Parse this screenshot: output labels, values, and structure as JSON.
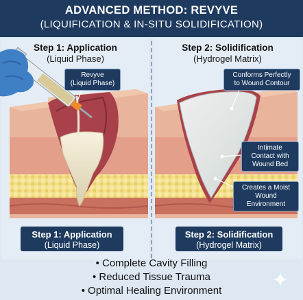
{
  "title": {
    "line1": "ADVANCED METHOD: REVYVE",
    "line2": "(LIQUIFICATION & IN-SITU SOLIDIFICATION)"
  },
  "left_panel": {
    "heading": "Step 1: Application",
    "subheading": "(Liquid Phase)",
    "callout_line1": "Revyve",
    "callout_line2": "(Liquid Phase)",
    "label_line1": "Step 1: Application",
    "label_line2": "(Liquid Phase)"
  },
  "right_panel": {
    "heading": "Step 2: Solidification",
    "subheading": "(Hydrogel Matrix)",
    "callouts": [
      {
        "line1": "Conforms Perfectly",
        "line2": "to Wound Contour",
        "line3": ""
      },
      {
        "line1": "Intimate",
        "line2": "Contact with",
        "line3": "Wound Bed"
      },
      {
        "line1": "Creates a Moist",
        "line2": "Wound",
        "line3": "Environment"
      }
    ],
    "label_line1": "Step 2: Solidification",
    "label_line2": "(Hydrogel Matrix)"
  },
  "bullets": [
    "• Complete Cavity Filling",
    "• Reduced Tissue Trauma",
    "• Optimal Healing Environment"
  ],
  "colors": {
    "header_bg": "#1e3a5f",
    "skin": "#e9b79e",
    "fat": "#f3df86",
    "muscle": "#c9705f",
    "wound_bed": "#a8414a",
    "gel": "#efe7cf",
    "glove": "#3e7fc6"
  }
}
